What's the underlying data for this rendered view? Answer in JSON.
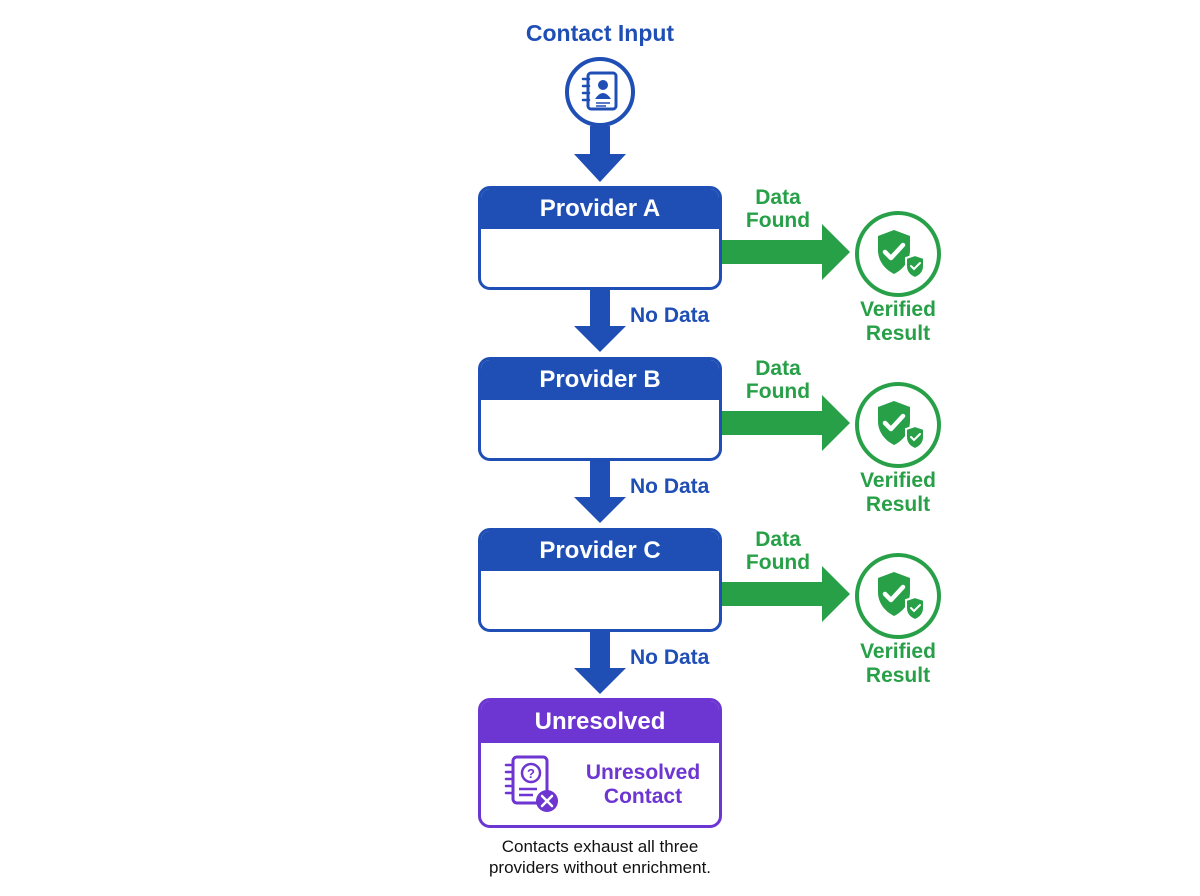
{
  "input": {
    "title": "Contact Input",
    "icon": "contact-book-icon"
  },
  "providers": [
    {
      "name": "Provider A",
      "no_data_label": "No Data",
      "found_label_1": "Data",
      "found_label_2": "Found",
      "result_1": "Verified",
      "result_2": "Result"
    },
    {
      "name": "Provider B",
      "no_data_label": "No Data",
      "found_label_1": "Data",
      "found_label_2": "Found",
      "result_1": "Verified",
      "result_2": "Result"
    },
    {
      "name": "Provider C",
      "no_data_label": "No Data",
      "found_label_1": "Data",
      "found_label_2": "Found",
      "result_1": "Verified",
      "result_2": "Result"
    }
  ],
  "unresolved": {
    "title": "Unresolved",
    "label_1": "Unresolved",
    "label_2": "Contact",
    "icon": "unresolved-contact-icon",
    "caption_1": "Contacts exhaust all three",
    "caption_2": "providers without enrichment."
  },
  "colors": {
    "blue": "#1f4fb5",
    "green": "#27a048",
    "purple": "#6d35d1"
  }
}
